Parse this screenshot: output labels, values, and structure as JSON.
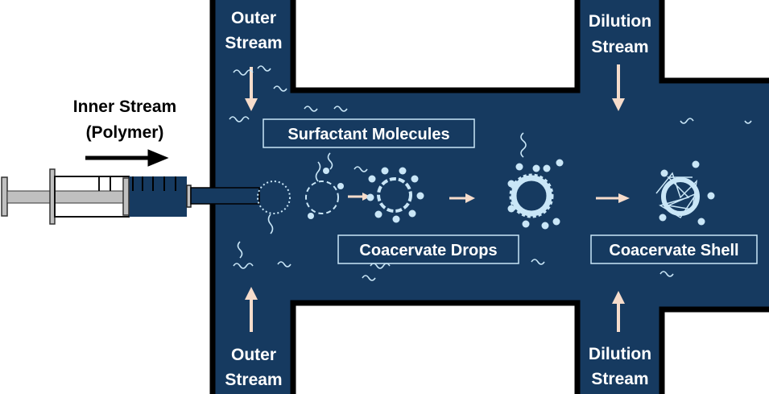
{
  "labels": {
    "outer_top": [
      "Outer",
      "Stream"
    ],
    "outer_bottom": [
      "Outer",
      "Stream"
    ],
    "dilution_top": [
      "Dilution",
      "Stream"
    ],
    "dilution_bottom": [
      "Dilution",
      "Stream"
    ],
    "inner": [
      "Inner Stream",
      "(Polymer)"
    ],
    "surfactant": "Surfactant Molecules",
    "drops": "Coacervate Drops",
    "shell": "Coacervate Shell"
  },
  "colors": {
    "channel": "#163a60",
    "light": "#c9e6f7",
    "arrow": "#f6dccb",
    "border": "#000000",
    "syringe_gray": "#c0c0c0"
  }
}
